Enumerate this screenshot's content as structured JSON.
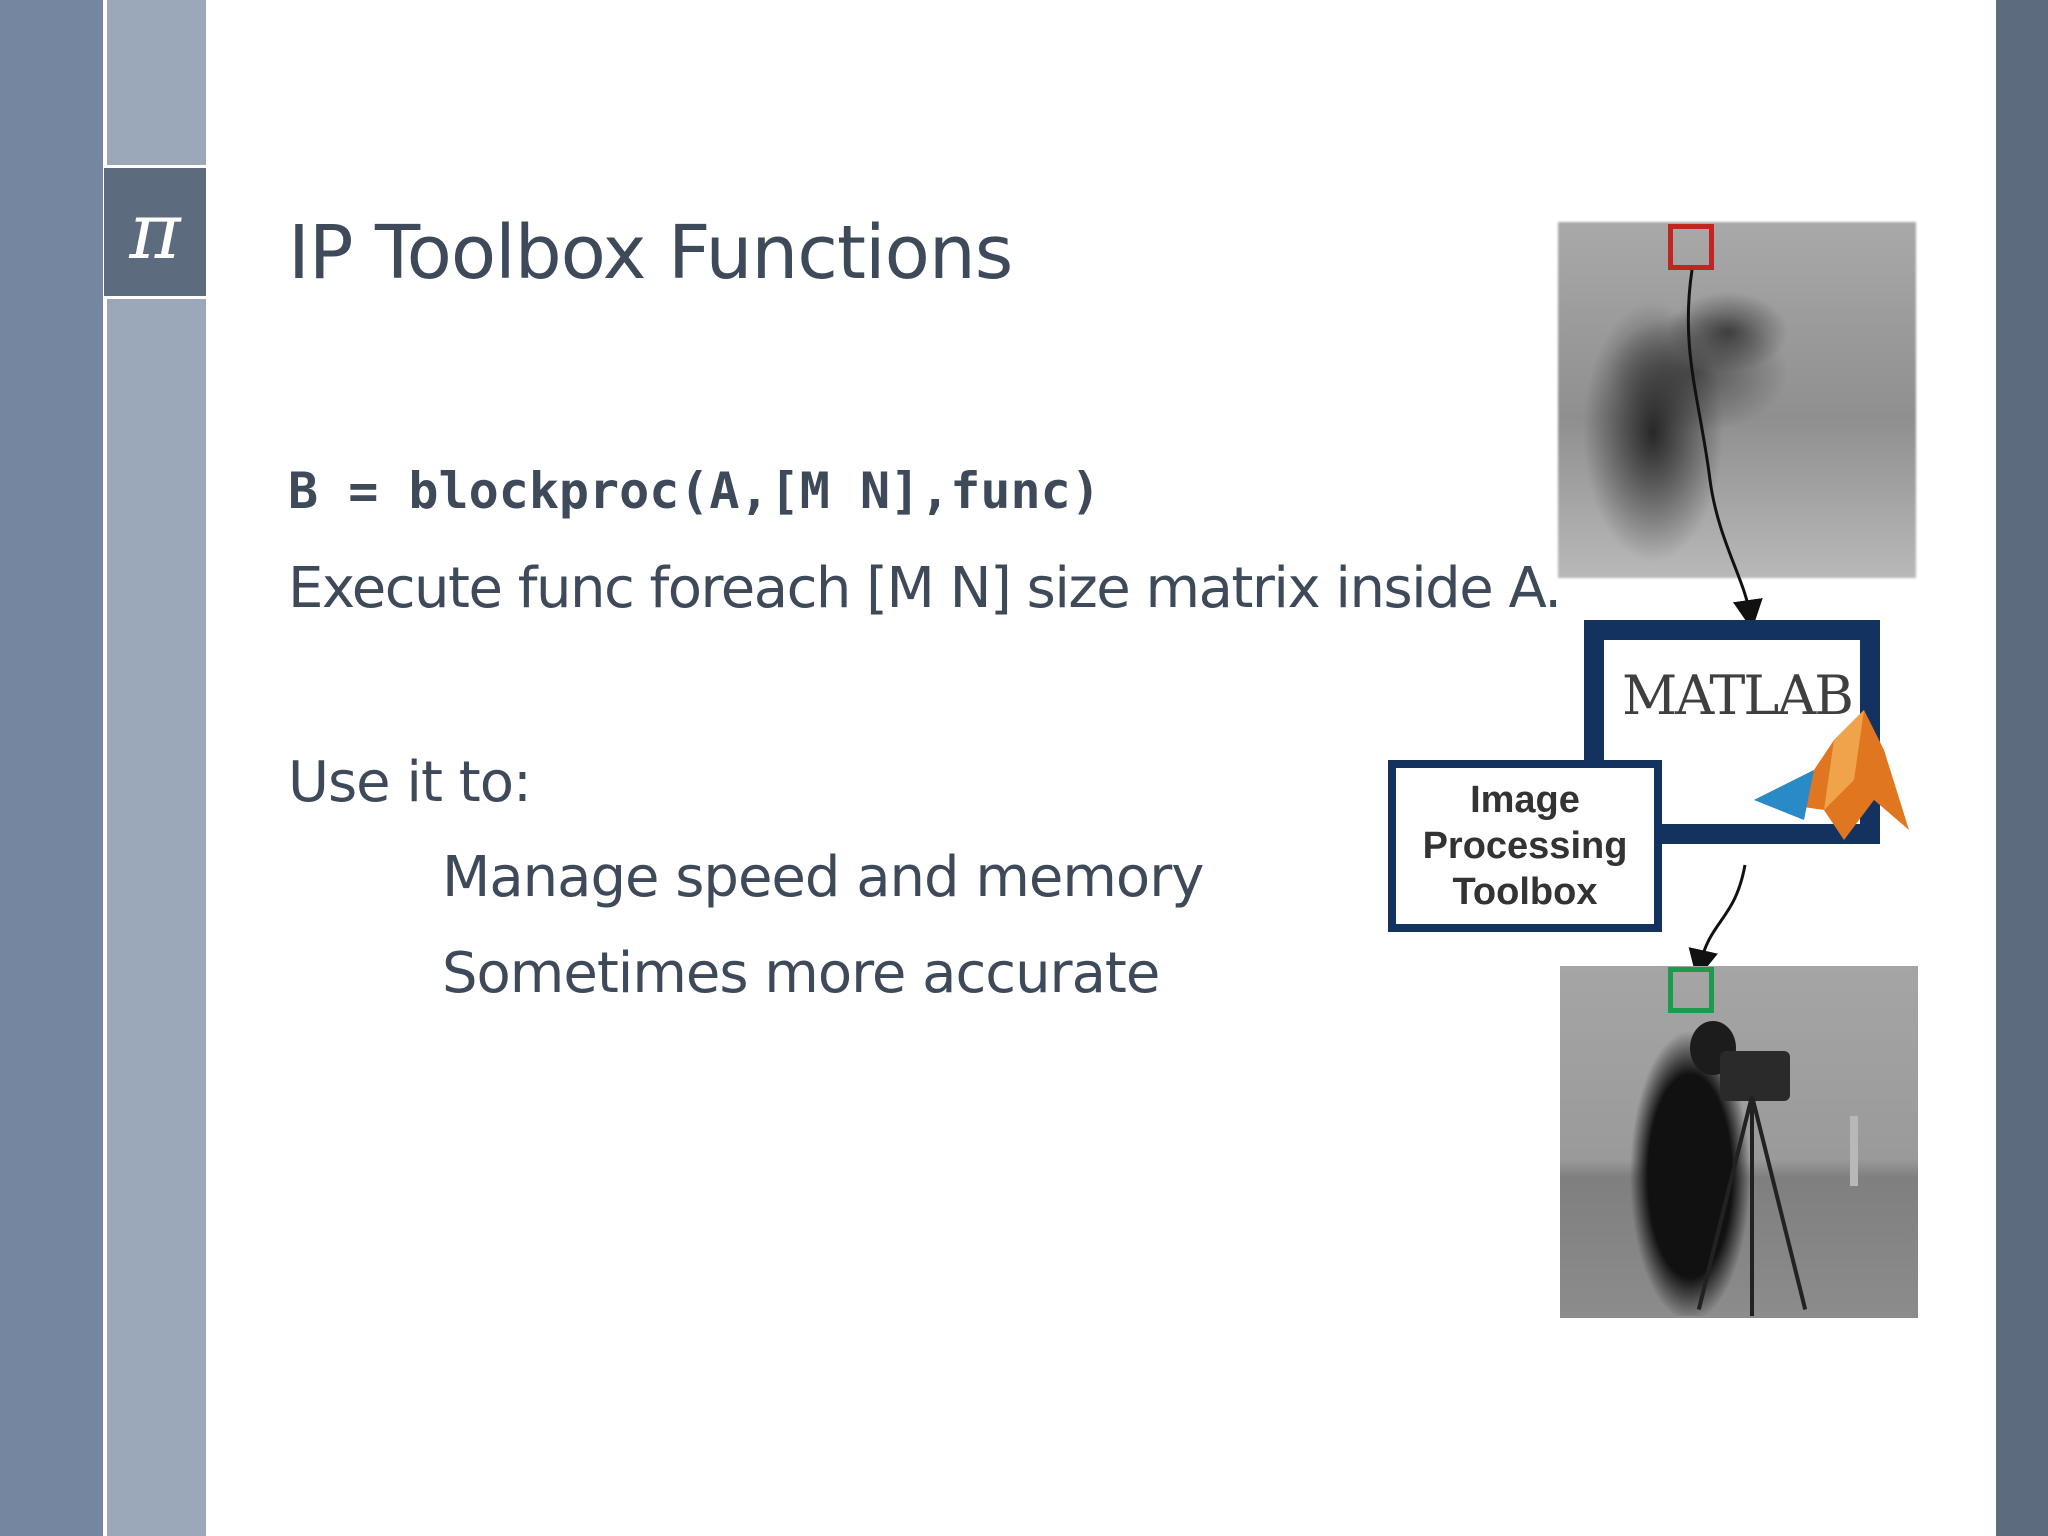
{
  "slide": {
    "pi_symbol": "π",
    "title": "IP Toolbox Functions",
    "code": "B = blockproc(A,[M N],func)",
    "description": "Execute func foreach [M N]  size matrix inside A.",
    "use_heading": "Use it to:",
    "use_items": [
      "Manage speed and memory",
      "Sometimes more accurate"
    ]
  },
  "figure": {
    "matlab_logo_text": "MATLAB",
    "toolbox_label_lines": [
      "Image",
      "Processing",
      "Toolbox"
    ]
  },
  "colors": {
    "sidebar_outer": "#7587a0",
    "sidebar_inner": "#9aa8b9",
    "right_bar": "#5d6b7e",
    "text": "#3e4a59",
    "figure_navy": "#14325f",
    "selection_red": "#c0261f",
    "selection_green": "#1d9a4e"
  }
}
